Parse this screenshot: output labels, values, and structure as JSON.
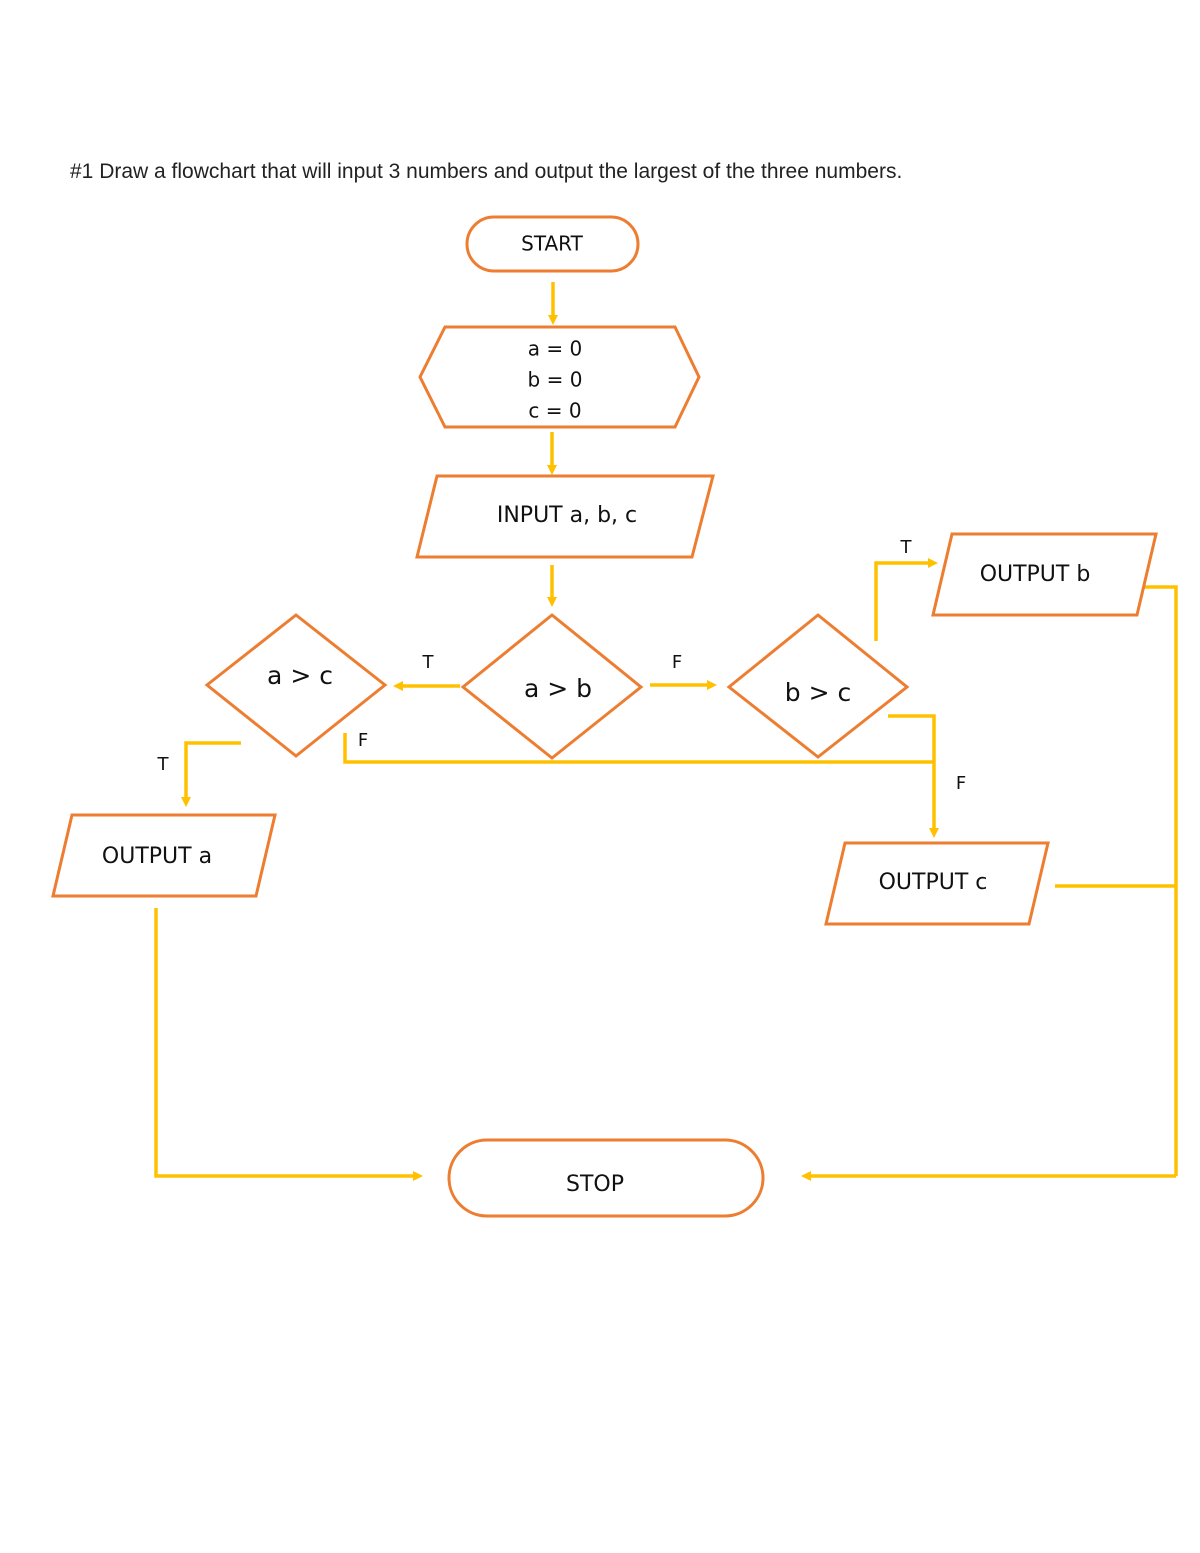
{
  "question": "#1 Draw a flowchart that will input 3 numbers and output the largest of the three numbers.",
  "colors": {
    "shape_outline": "#ED7D31",
    "connector": "#FFC000",
    "text": "#111111"
  },
  "nodes": {
    "start": "START",
    "init": [
      "a = 0",
      "b = 0",
      "c = 0"
    ],
    "input": "INPUT a, b, c",
    "decision_ab": "a > b",
    "decision_ac": "a > c",
    "decision_bc": "b > c",
    "output_a": "OUTPUT a",
    "output_b": "OUTPUT b",
    "output_c": "OUTPUT c",
    "stop": "STOP"
  },
  "branch_labels": {
    "ab_true": "T",
    "ab_false": "F",
    "ac_true": "T",
    "ac_false": "F",
    "bc_true": "T",
    "bc_false": "F"
  }
}
